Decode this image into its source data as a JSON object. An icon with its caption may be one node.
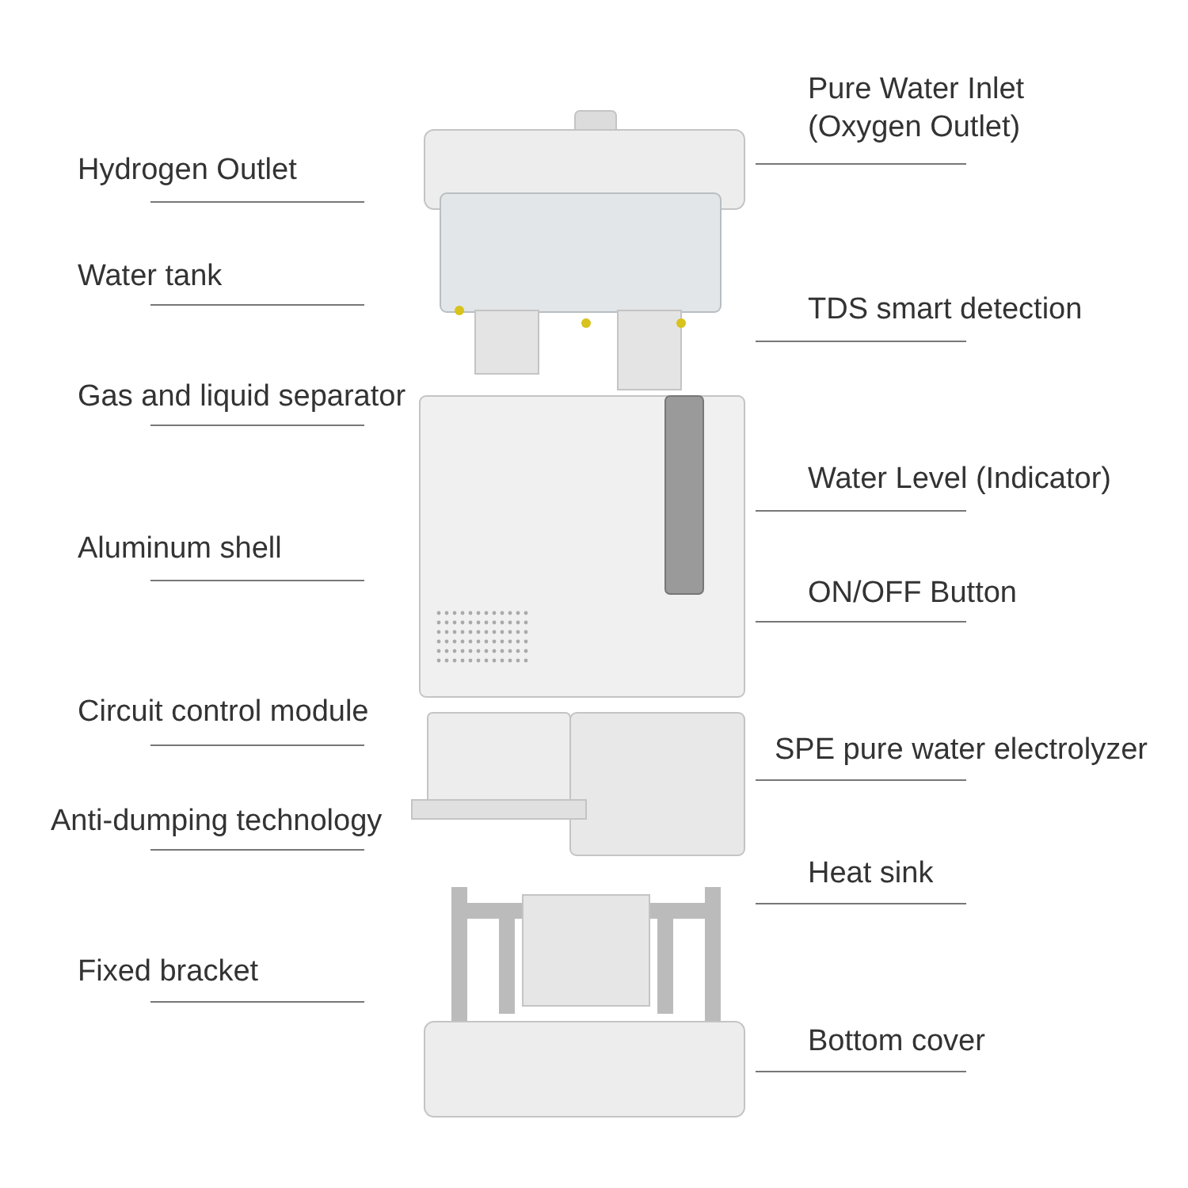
{
  "diagram": {
    "labels": [
      "Pure Water Inlet (Oxygen Outlet)",
      "Hydrogen Outlet",
      "Water tank",
      "TDS smart detection",
      "Gas and liquid separator",
      "Water Level (Indicator)",
      "Aluminum shell",
      "ON/OFF Button",
      "Circuit control module",
      "SPE pure water electrolyzer",
      "Anti-dumping technology",
      "Heat sink",
      "Fixed bracket",
      "Bottom cover"
    ]
  }
}
